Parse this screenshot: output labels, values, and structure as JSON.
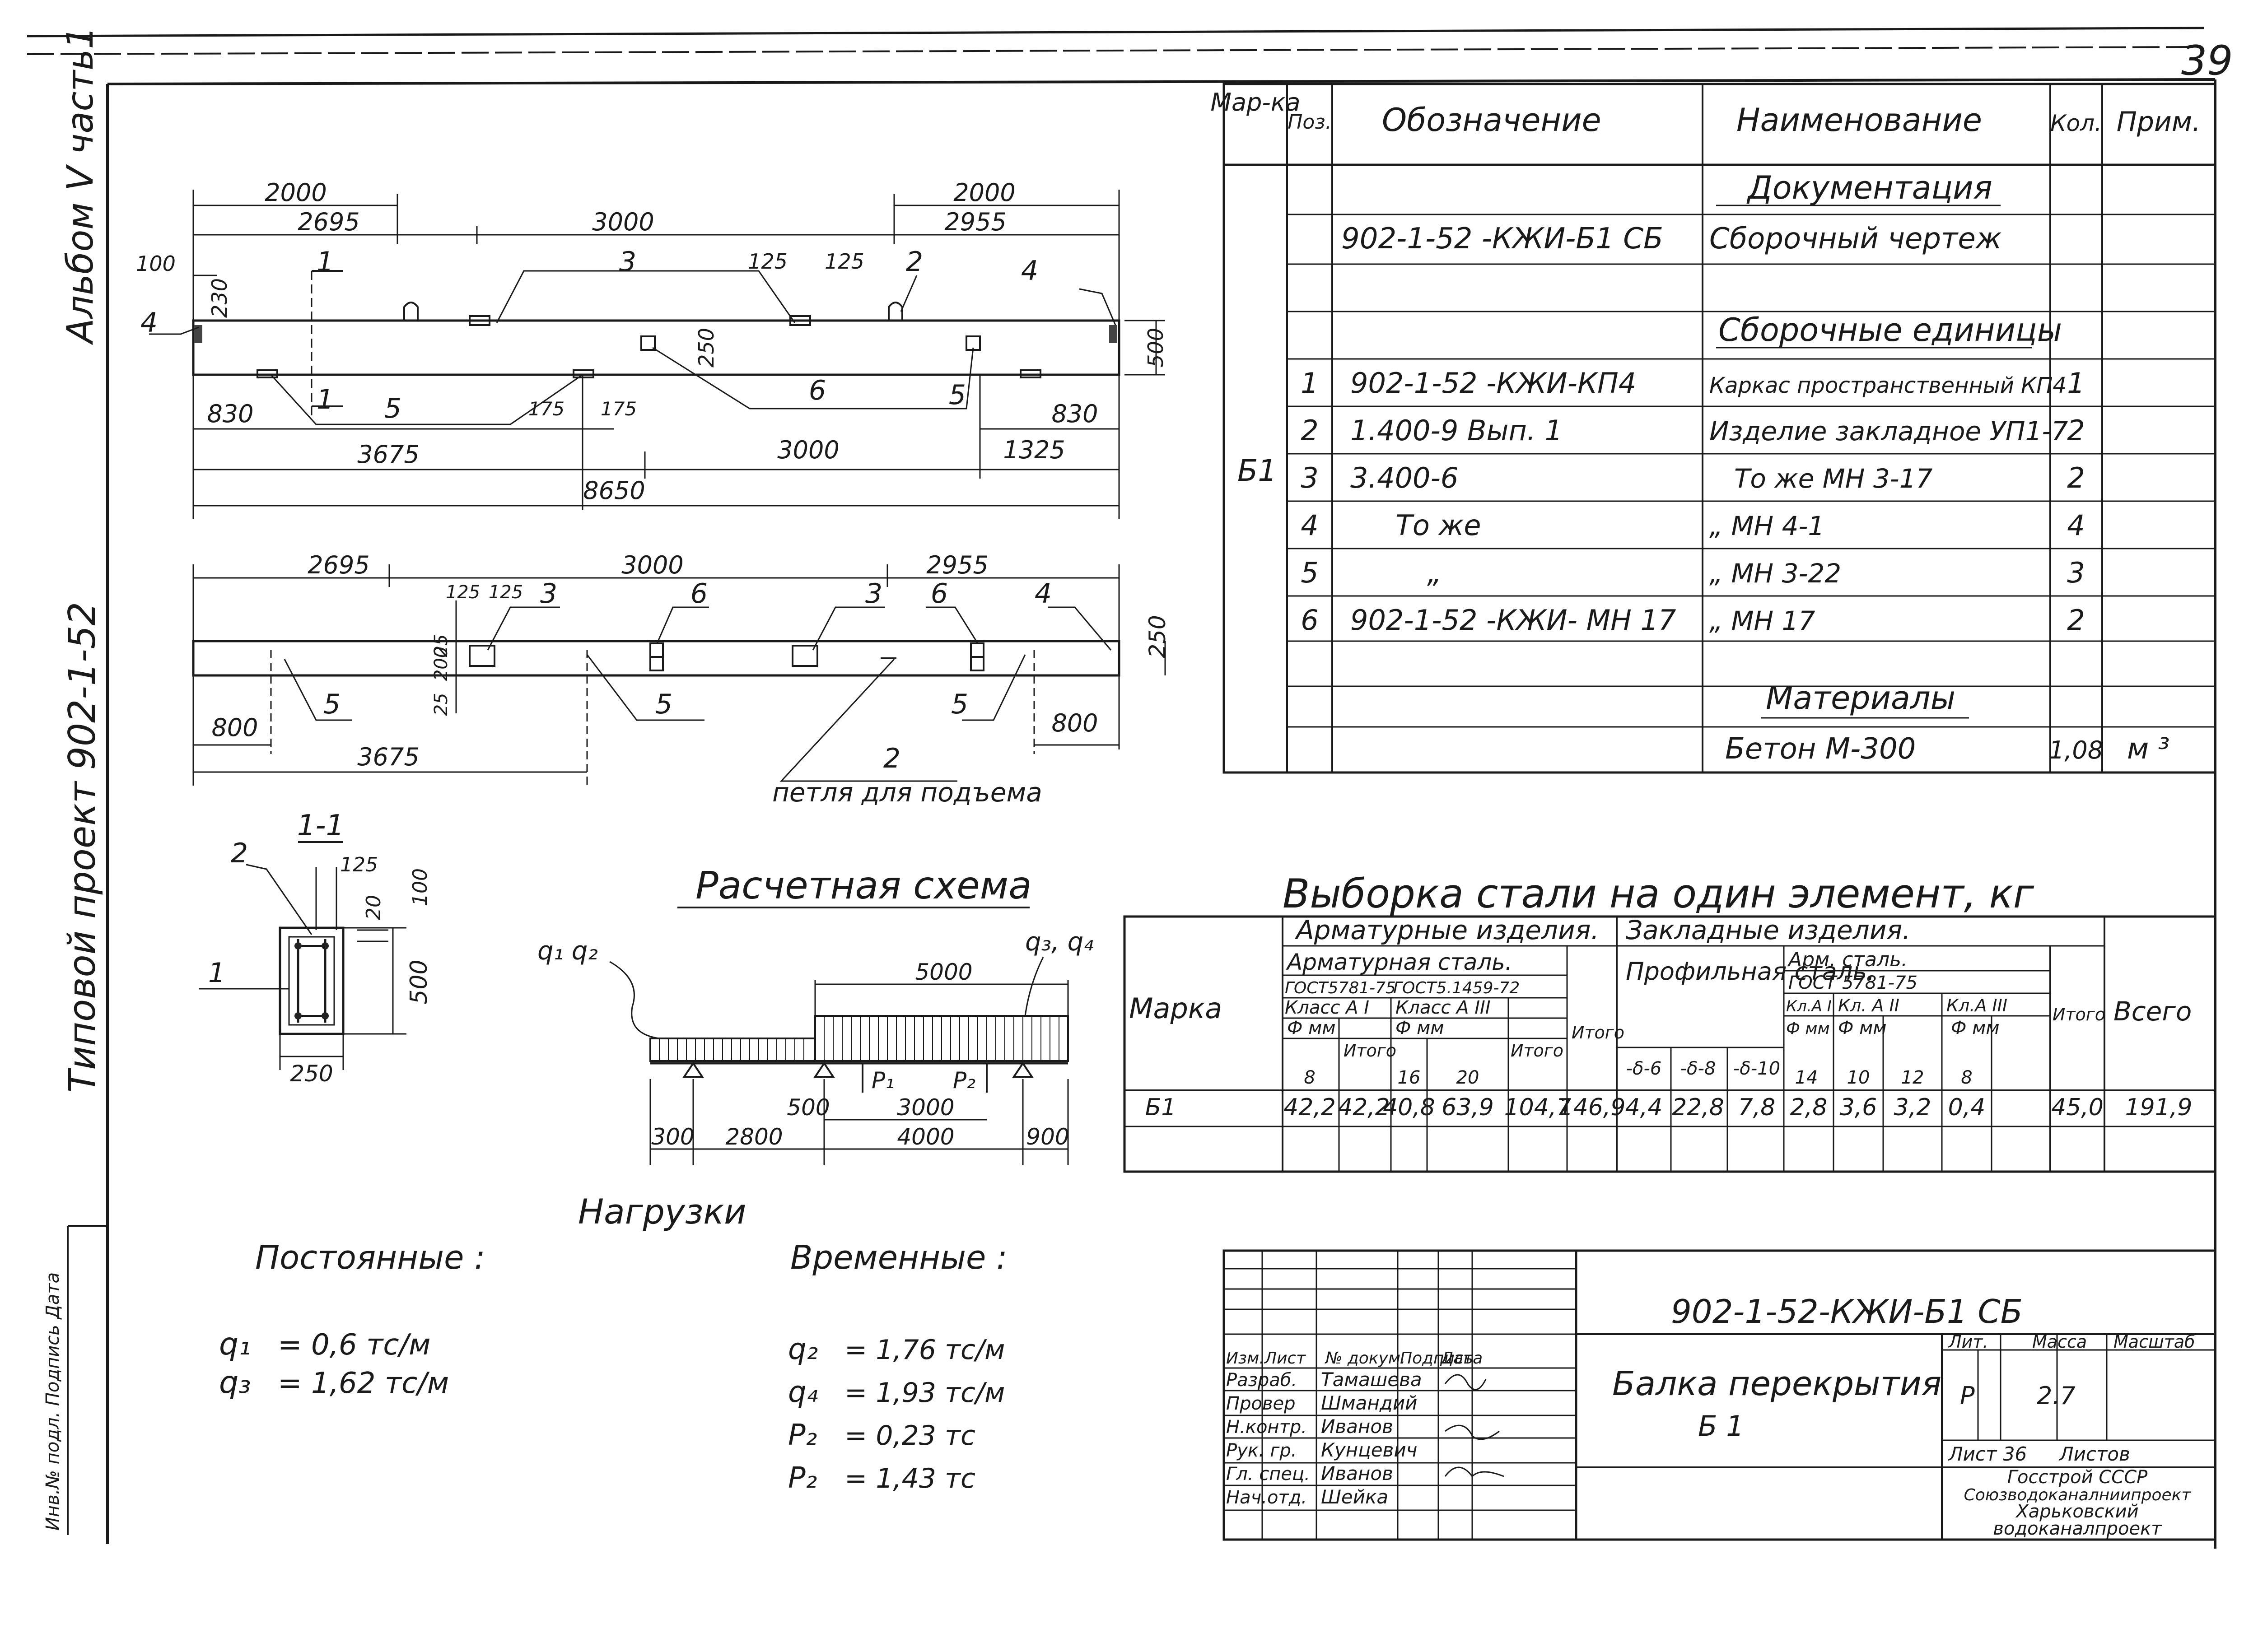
{
  "sheet": {
    "page_number": "39",
    "side_album": "Альбом   V часть1",
    "side_project": "Типовой проект 902-1-52",
    "side_stamp": "Инв.№ подл. Подпись  Дата"
  },
  "beam_elevation": {
    "dims_top": [
      "2000",
      "2000",
      "2695",
      "3000",
      "2955"
    ],
    "dims_left": [
      "100",
      "230",
      "500",
      "125",
      "125",
      "250"
    ],
    "dims_bottom": [
      "830",
      "175",
      "175",
      "830",
      "3675",
      "3000",
      "1325",
      "8650"
    ],
    "callouts": [
      "1",
      "1",
      "2",
      "3",
      "4",
      "4",
      "5",
      "5",
      "6"
    ]
  },
  "beam_plan": {
    "dims_top": [
      "2695",
      "3000",
      "2955",
      "125",
      "125",
      "250"
    ],
    "dims_left": [
      "25",
      "200",
      "25"
    ],
    "dims_bottom": [
      "800",
      "800",
      "3675"
    ],
    "callouts": [
      "3",
      "3",
      "6",
      "6",
      "4",
      "5",
      "5",
      "5",
      "2"
    ],
    "loop_label": "петля для подъема"
  },
  "section": {
    "title": "1-1",
    "dims": [
      "125",
      "20",
      "100",
      "500",
      "250"
    ],
    "callouts": [
      "1",
      "2"
    ]
  },
  "scheme": {
    "title": "Расчетная схема",
    "load_labels": [
      "q₁ q₂",
      "q₃, q₄"
    ],
    "point_loads": [
      "P₁",
      "P₂"
    ],
    "dims": [
      "5000",
      "500",
      "3000",
      "300",
      "2800",
      "4000",
      "900"
    ]
  },
  "loads": {
    "title": "Нагрузки",
    "permanent_title": "Постоянные :",
    "temporary_title": "Временные :",
    "permanent": [
      {
        "name": "q₁",
        "value": "= 0,6  тс/м"
      },
      {
        "name": "q₃",
        "value": "= 1,62  тс/м"
      }
    ],
    "temporary": [
      {
        "name": "q₂",
        "value": "= 1,76  тс/м"
      },
      {
        "name": "q₄",
        "value": "= 1,93  тс/м"
      },
      {
        "name": "P₂",
        "value": "= 0,23  тс"
      },
      {
        "name": "P₂",
        "value": "= 1,43  тс"
      }
    ]
  },
  "spec": {
    "headers": [
      "Мар-ка",
      "Поз.",
      "Обозначение",
      "Наименование",
      "Кол.",
      "Прим."
    ],
    "mark": "Б1",
    "sections": [
      "Документация",
      "Сборочные единицы",
      "Материалы"
    ],
    "doc_row": {
      "code": "902-1-52  -КЖИ-Б1 СБ",
      "name": "Сборочный чертеж"
    },
    "rows": [
      {
        "pos": "1",
        "code": "902-1-52 -КЖИ-КП4",
        "name": "Каркас пространственный КП4",
        "qty": "1"
      },
      {
        "pos": "2",
        "code": "1.400-9       Вып. 1",
        "name": "Изделие закладное УП1-7",
        "qty": "2"
      },
      {
        "pos": "3",
        "code": "3.400-6",
        "name": "То же     МН 3-17",
        "qty": "2"
      },
      {
        "pos": "4",
        "code": "То же",
        "name": "„        МН 4-1",
        "qty": "4"
      },
      {
        "pos": "5",
        "code": "„",
        "name": "„        МН 3-22",
        "qty": "3"
      },
      {
        "pos": "6",
        "code": "902-1-52 -КЖИ- МН 17",
        "name": "„        МН 17",
        "qty": "2"
      }
    ],
    "material": {
      "name": "Бетон   М-300",
      "qty": "1,08",
      "unit": "м ³"
    }
  },
  "steel": {
    "title": "Выборка стали на один  элемент, кг",
    "h_mark": "Марка",
    "h_rebar": "Арматурные  изделия.",
    "h_embed": "Закладные   изделия.",
    "h_rebar_steel": "Арматурная  сталь.",
    "h_gost1": "ГОСТ5781-75",
    "h_gost2": "ГОСТ5.1459-72",
    "h_class1": "Класс А I",
    "h_class2": "Класс  А III",
    "h_phi": "Ф мм",
    "h_itogo": "Итого",
    "h_profile": "Профильная сталь.",
    "h_arm_steel": "Арм. сталь.",
    "h_gost3": "ГОСТ 5781-75",
    "h_klA1": "Кл.А I",
    "h_klA2": "Кл. А II",
    "h_klA3": "Кл.А III",
    "h_total": "Всего",
    "sub_diams": [
      "8",
      "16",
      "20",
      "-δ-6",
      "-δ-8",
      "-δ-10",
      "14",
      "10",
      "12",
      "8"
    ],
    "row": [
      "Б1",
      "42,2",
      "42,2",
      "40,8",
      "63,9",
      "104,7",
      "146,9",
      "4,4",
      "22,8",
      "7,8",
      "2,8",
      "3,6",
      "3,2",
      "0,4",
      "45,0",
      "191,9"
    ]
  },
  "title_block": {
    "code": "902-1-52-КЖИ-Б1 СБ",
    "name": "Балка перекрытия",
    "mark": "Б 1",
    "cols": [
      "Изм.",
      "Лист",
      "№ докум.",
      "Подпись",
      "Дата"
    ],
    "people": [
      {
        "role": "Разраб.",
        "name": "Тамашева"
      },
      {
        "role": "Провер",
        "name": "Шмандий"
      },
      {
        "role": "Н.контр.",
        "name": "Иванов"
      },
      {
        "role": "Рук. гр.",
        "name": "Кунцевич"
      },
      {
        "role": "Гл. спец.",
        "name": "Иванов"
      },
      {
        "role": "Нач.отд.",
        "name": "Шейка"
      }
    ],
    "lit_label": "Лит.",
    "mass_label": "Масса",
    "scale_label": "Масштаб",
    "lit": "Р",
    "mass": "2.7",
    "sheet_label": "Лист 36",
    "sheets_label": "Листов",
    "org": [
      "Госстрой  СССР",
      "Союзводоканалниипроект",
      "Харьковский",
      "водоканалпроект"
    ]
  }
}
